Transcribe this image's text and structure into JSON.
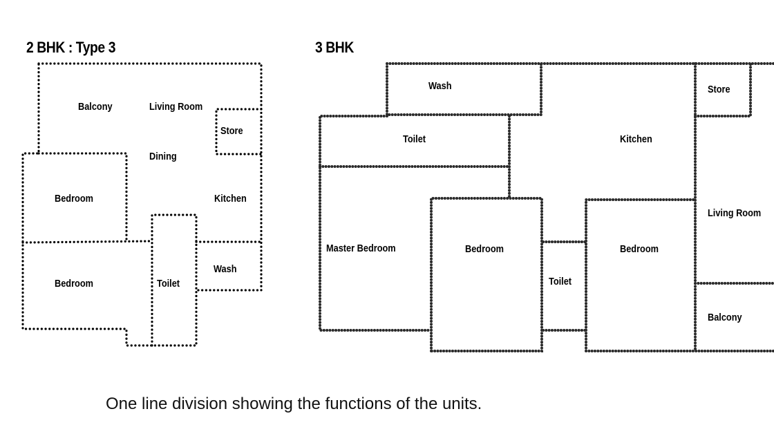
{
  "plan_2bhk": {
    "title": "2 BHK : Type 3",
    "rooms": {
      "balcony": "Balcony",
      "living_room": "Living Room",
      "store": "Store",
      "dining": "Dining",
      "bedroom_1": "Bedroom",
      "kitchen": "Kitchen",
      "bedroom_2": "Bedroom",
      "toilet": "Toilet",
      "wash": "Wash"
    }
  },
  "plan_3bhk": {
    "title": "3 BHK",
    "rooms": {
      "wash": "Wash",
      "store": "Store",
      "toilet_top": "Toilet",
      "kitchen": "Kitchen",
      "living_room": "Living Room",
      "master_bedroom": "Master Bedroom",
      "bedroom_1": "Bedroom",
      "bedroom_2": "Bedroom",
      "toilet_mid": "Toilet",
      "balcony": "Balcony"
    }
  },
  "caption": "One line division showing the functions of the units."
}
